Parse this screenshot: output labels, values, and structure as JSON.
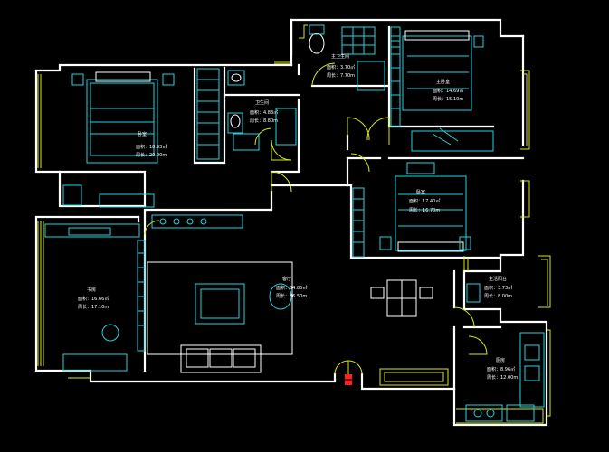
{
  "colors": {
    "background": "#000000",
    "walls": "#ffffff",
    "windows_doors": "#d7e51c",
    "furniture": "#22d3df",
    "entry_marker": "#ff2020"
  },
  "rooms": [
    {
      "id": "bedroom-west",
      "name": "卧室",
      "area": "面积：18.93㎡",
      "perimeter": "周长：20.00m"
    },
    {
      "id": "bathroom-west",
      "name": "卫生间",
      "area": "面积：4.83㎡",
      "perimeter": "周长：8.80m"
    },
    {
      "id": "bathroom-master",
      "name": "主卫生间",
      "area": "面积：3.70㎡",
      "perimeter": "周长：7.70m"
    },
    {
      "id": "master-bedroom",
      "name": "主卧室",
      "area": "面积：14.69㎡",
      "perimeter": "周长：15.10m"
    },
    {
      "id": "bedroom-east",
      "name": "卧室",
      "area": "面积：17.40㎡",
      "perimeter": "周长：16.70m"
    },
    {
      "id": "study",
      "name": "书房",
      "area": "面积：16.66㎡",
      "perimeter": "周长：17.10m"
    },
    {
      "id": "living-room",
      "name": "客厅",
      "area": "面积：54.85㎡",
      "perimeter": "周长：36.50m"
    },
    {
      "id": "kitchen-balcony",
      "name": "生活阳台",
      "area": "面积：3.73㎡",
      "perimeter": "周长：8.00m"
    },
    {
      "id": "kitchen",
      "name": "厨房",
      "area": "面积：8.96㎡",
      "perimeter": "周长：12.00m"
    }
  ]
}
